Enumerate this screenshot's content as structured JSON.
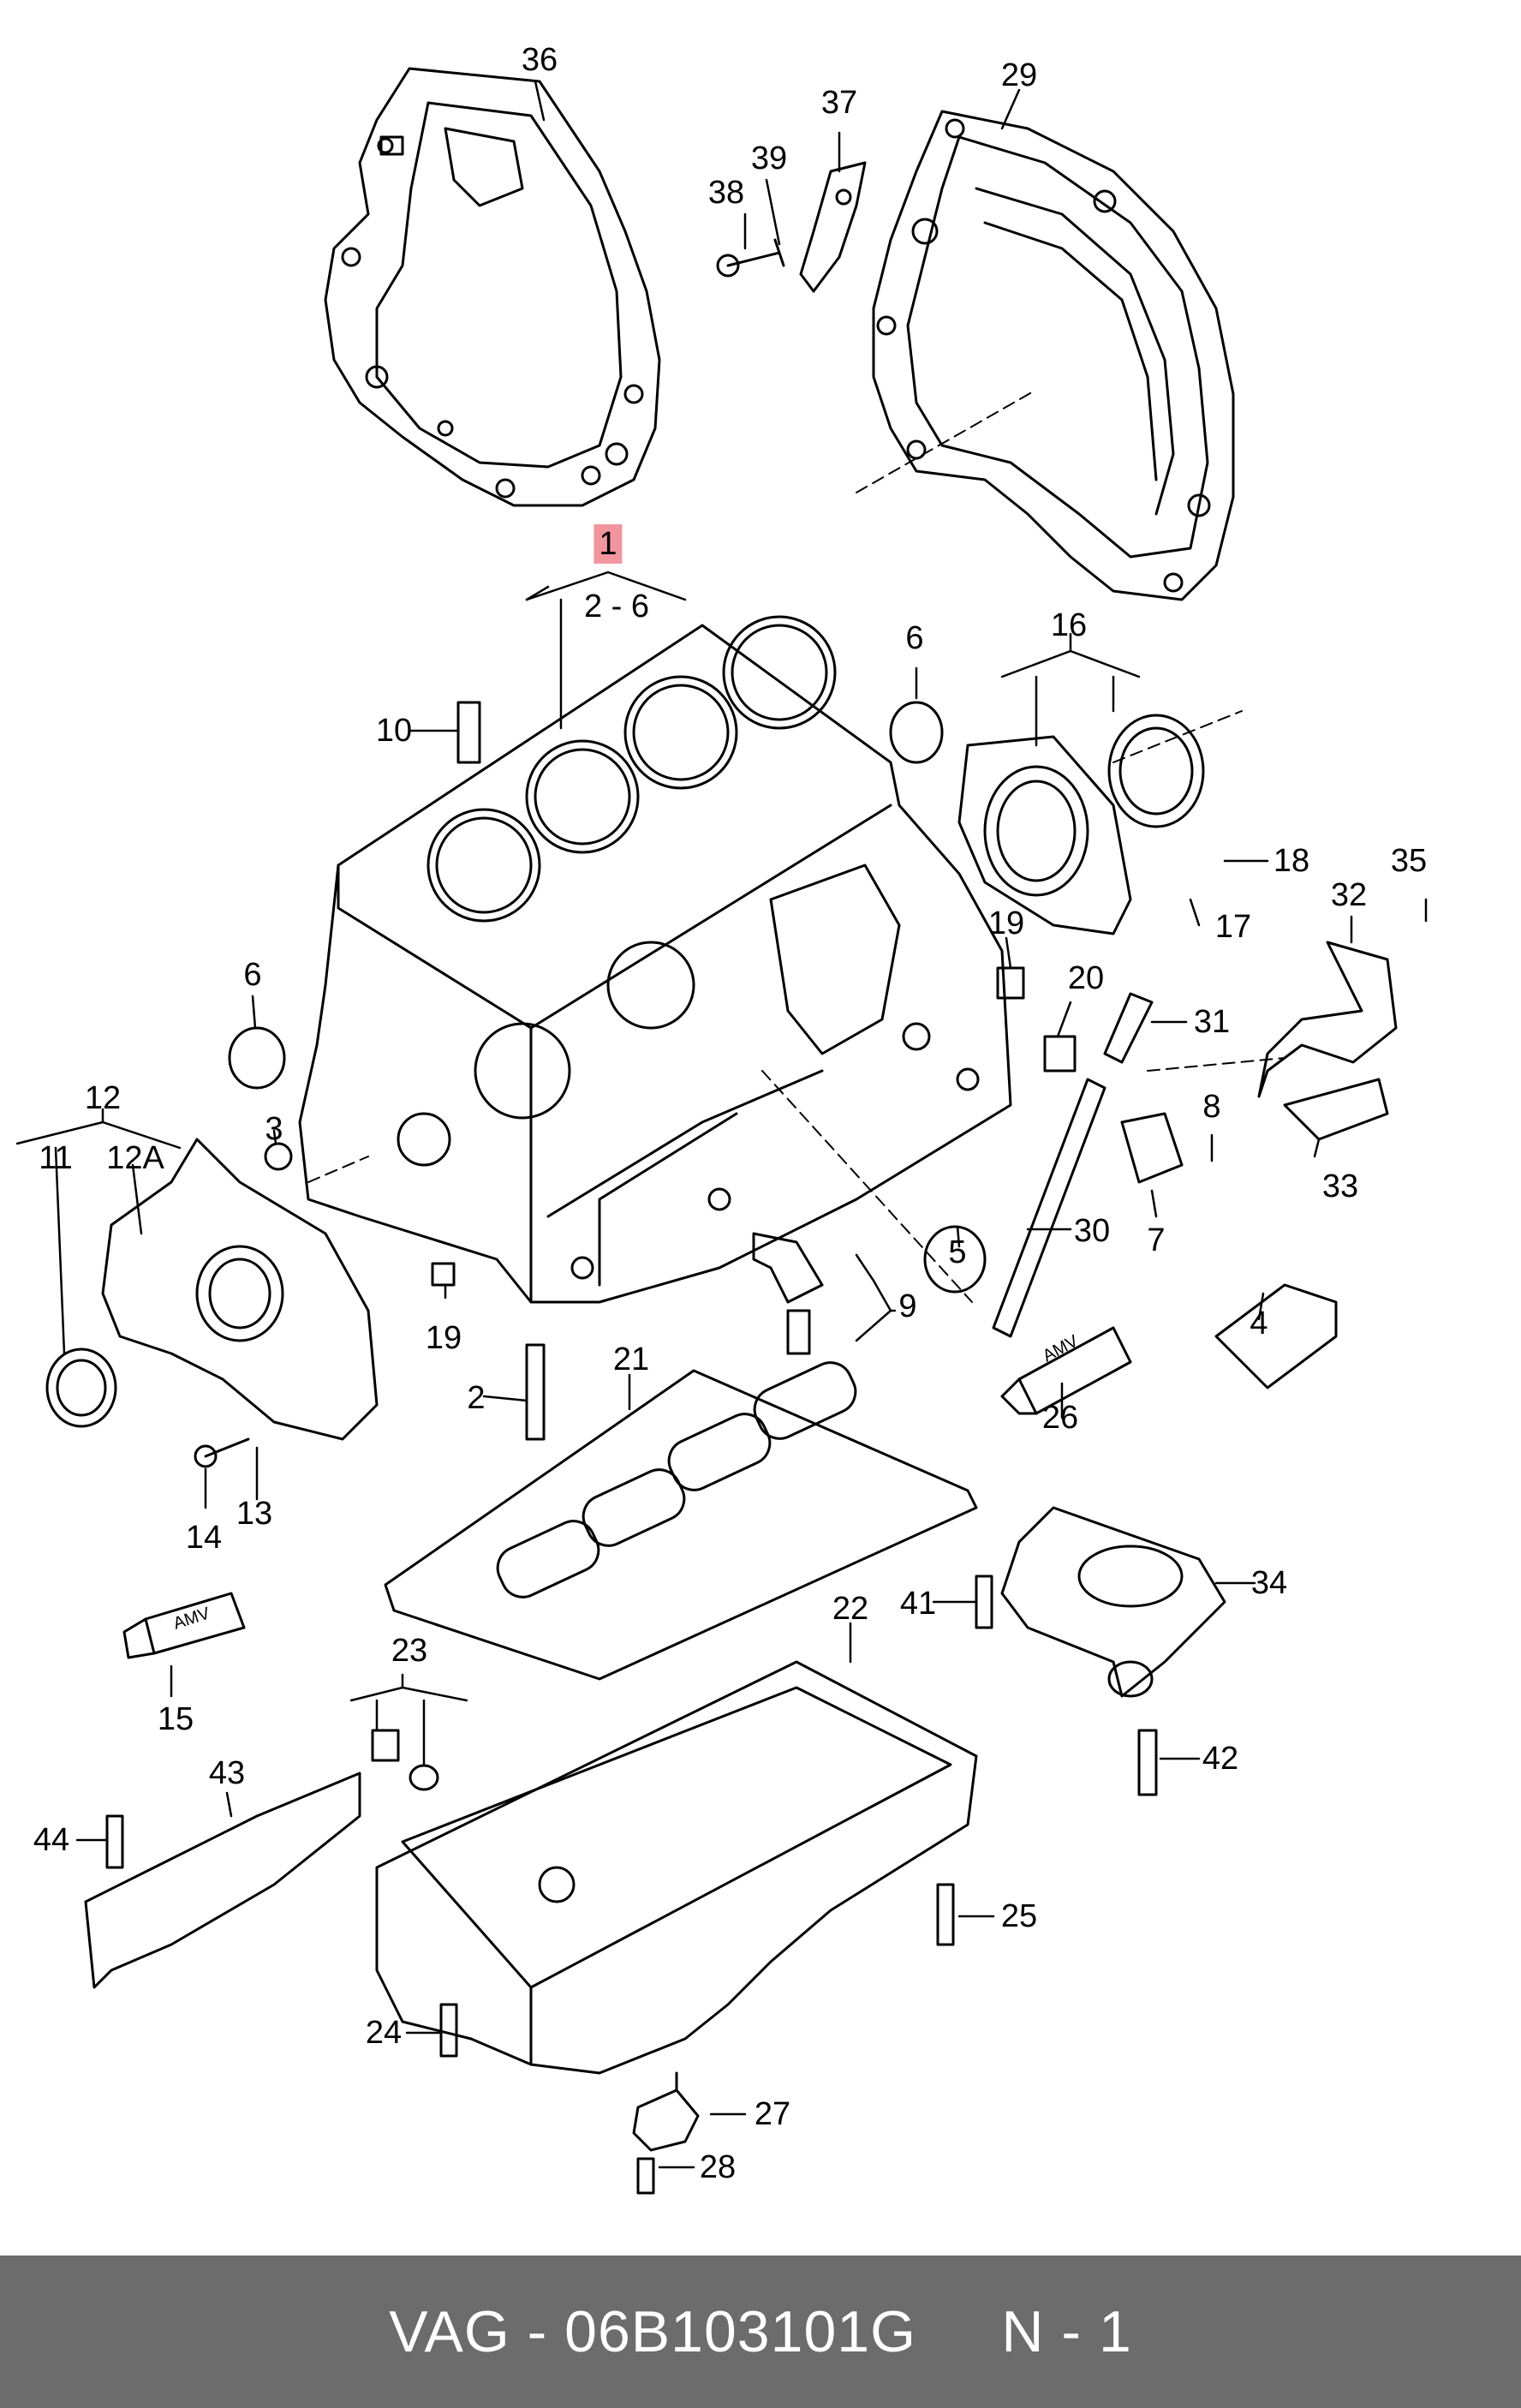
{
  "diagram": {
    "callouts": [
      {
        "id": "c1",
        "label": "1",
        "highlight": true
      },
      {
        "id": "c2-6",
        "label": "2 - 6"
      },
      {
        "id": "c36",
        "label": "36"
      },
      {
        "id": "c37",
        "label": "37"
      },
      {
        "id": "c29",
        "label": "29"
      },
      {
        "id": "c39",
        "label": "39"
      },
      {
        "id": "c38",
        "label": "38"
      },
      {
        "id": "c6a",
        "label": "6"
      },
      {
        "id": "c16",
        "label": "16"
      },
      {
        "id": "c10",
        "label": "10"
      },
      {
        "id": "c18",
        "label": "18"
      },
      {
        "id": "c17",
        "label": "17"
      },
      {
        "id": "c35",
        "label": "35"
      },
      {
        "id": "c32",
        "label": "32"
      },
      {
        "id": "c19a",
        "label": "19"
      },
      {
        "id": "c20",
        "label": "20"
      },
      {
        "id": "c31",
        "label": "31"
      },
      {
        "id": "c6b",
        "label": "6"
      },
      {
        "id": "c12",
        "label": "12"
      },
      {
        "id": "c11",
        "label": "11"
      },
      {
        "id": "c12a",
        "label": "12A"
      },
      {
        "id": "c3",
        "label": "3"
      },
      {
        "id": "c8",
        "label": "8"
      },
      {
        "id": "c33",
        "label": "33"
      },
      {
        "id": "c7",
        "label": "7"
      },
      {
        "id": "c30",
        "label": "30"
      },
      {
        "id": "c5",
        "label": "5"
      },
      {
        "id": "c9",
        "label": "9"
      },
      {
        "id": "c4",
        "label": "4"
      },
      {
        "id": "c19b",
        "label": "19"
      },
      {
        "id": "c21",
        "label": "21"
      },
      {
        "id": "c2",
        "label": "2"
      },
      {
        "id": "c26",
        "label": "26"
      },
      {
        "id": "c13",
        "label": "13"
      },
      {
        "id": "c14",
        "label": "14"
      },
      {
        "id": "c34",
        "label": "34"
      },
      {
        "id": "c41",
        "label": "41"
      },
      {
        "id": "c22",
        "label": "22"
      },
      {
        "id": "c15",
        "label": "15"
      },
      {
        "id": "c23",
        "label": "23"
      },
      {
        "id": "c42",
        "label": "42"
      },
      {
        "id": "c43",
        "label": "43"
      },
      {
        "id": "c44",
        "label": "44"
      },
      {
        "id": "c25",
        "label": "25"
      },
      {
        "id": "c24",
        "label": "24"
      },
      {
        "id": "c27",
        "label": "27"
      },
      {
        "id": "c28",
        "label": "28"
      }
    ],
    "tube_label": "AMV"
  },
  "footer": {
    "text": "VAG - 06B103101G     N - 1"
  },
  "colors": {
    "highlight": "#f1959f",
    "footer_bg": "#6c6c6c",
    "footer_text": "#ffffff",
    "line": "#000000"
  }
}
